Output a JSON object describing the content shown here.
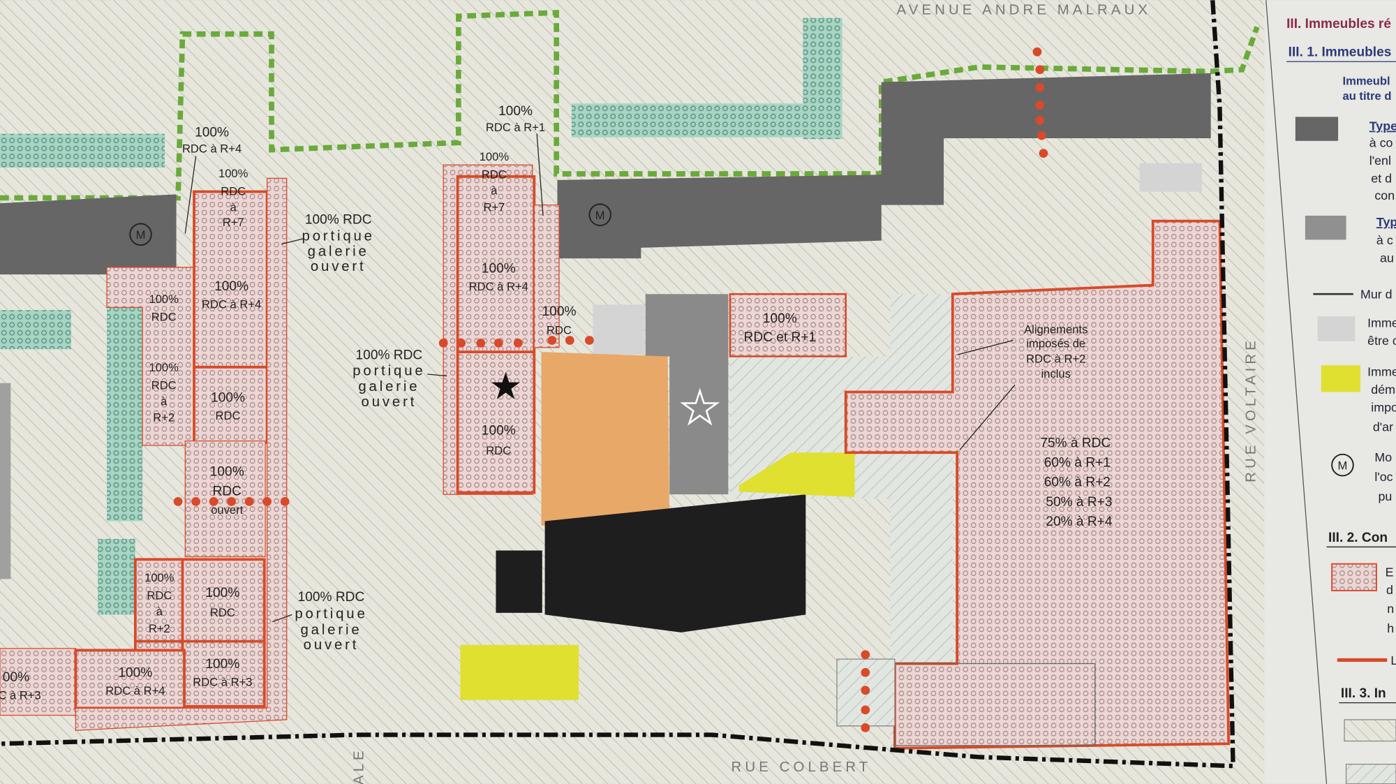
{
  "streets": {
    "north": "AVENUE ANDRE MALRAUX",
    "south": "RUE COLBERT",
    "east": "RUE VOLTAIRE",
    "west_partial": "ALE"
  },
  "colors": {
    "background": "#e6e6dc",
    "hatch": "#b8b8ac",
    "building_dark": "#666666",
    "building_mid": "#8a8a8a",
    "building_light": "#d0d0d0",
    "black_building": "#1e1e1e",
    "yellow": "#e0e030",
    "orange": "#e8a868",
    "pink_zone": "#ecd6d4",
    "red_line": "#d84a2a",
    "green_zone": "#7fbfa8",
    "green_dash": "#6aaa3a",
    "legend_heading": "#8a2a4a",
    "legend_subheading": "#2a3a7a"
  },
  "zones": {
    "a1": [
      "100%",
      "RDC à R+4"
    ],
    "a2": [
      "100%",
      "RDC",
      "à",
      "R+7"
    ],
    "a3": [
      "100%",
      "RDC"
    ],
    "a4": [
      "100%",
      "RDC à R+4"
    ],
    "a5": [
      "100%",
      "RDC",
      "à",
      "R+2"
    ],
    "a6": [
      "100%",
      "RDC"
    ],
    "a7": [
      "100%",
      "RDC",
      "ouvert"
    ],
    "a8": [
      "100%",
      "RDC",
      "à",
      "R+2"
    ],
    "a9": [
      "100%",
      "RDC"
    ],
    "a10": [
      "100%",
      "RDC à R+4"
    ],
    "a11": [
      "100%",
      "RDC à R+3"
    ],
    "a12": [
      "00%",
      "C à R+3"
    ],
    "b1": [
      "100%",
      "RDC à R+1"
    ],
    "b2": [
      "100%",
      "RDC",
      "à",
      "R+7"
    ],
    "b3": [
      "100%",
      "RDC à R+4"
    ],
    "b4": [
      "100%",
      "RDC"
    ],
    "b5": [
      "100%",
      "RDC"
    ],
    "c1": [
      "100%",
      "RDC et R+1"
    ],
    "d1": [
      "Alignements",
      "imposés de",
      "RDC à R+2",
      "inclus"
    ],
    "d2": [
      "75% à RDC",
      "60% à R+1",
      "60% à R+2",
      "50% à R+3",
      "20% à R+4"
    ],
    "portique1": [
      "100% RDC",
      "portique",
      "galerie",
      "ouvert"
    ],
    "portique2": [
      "100% RDC",
      "portique",
      "galerie",
      "ouvert"
    ],
    "portique3": [
      "100% RDC",
      "portique",
      "galerie",
      "ouvert"
    ],
    "metro": "M"
  },
  "legend": {
    "title": "III. Immeubles ré",
    "s1": "III. 1. Immeubles",
    "s1_intro": [
      "Immeubl",
      "au titre d"
    ],
    "item1": [
      "Type",
      "à co",
      "l'enl",
      "et d",
      "con"
    ],
    "item2": [
      "Typ",
      "à c",
      "au"
    ],
    "item3": "Mur d",
    "item4": [
      "Imme",
      "être c"
    ],
    "item5": [
      "Imme",
      "dém",
      "impo",
      "d'ar"
    ],
    "item6": [
      "Mo",
      "l'oc",
      "pu"
    ],
    "item6_symbol": "M",
    "s2": "III. 2. Con",
    "item7": [
      "E",
      "d",
      "n",
      "h"
    ],
    "item8": "L",
    "s3": "III. 3. In"
  }
}
